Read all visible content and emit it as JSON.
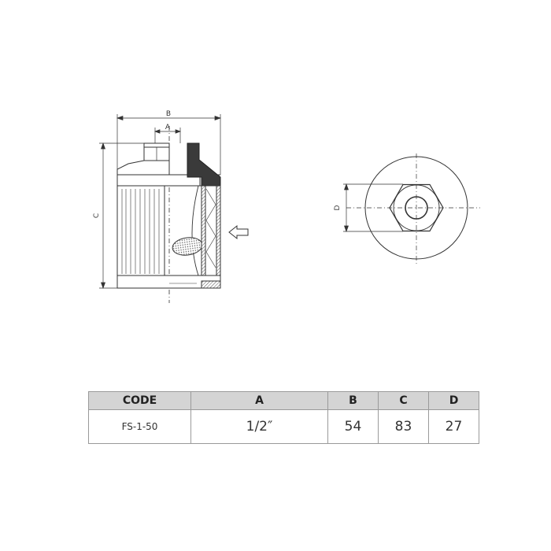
{
  "drawing": {
    "dim_labels": {
      "a": "A",
      "b": "B",
      "c": "C",
      "d": "D"
    }
  },
  "table": {
    "headers": {
      "code": "CODE",
      "a": "A",
      "b": "B",
      "c": "C",
      "d": "D"
    },
    "rows": [
      {
        "code": "FS-1-50",
        "a": "1/2″",
        "b": "54",
        "c": "83",
        "d": "27"
      }
    ]
  },
  "colors": {
    "header_bg": "#d4d4d4",
    "line": "#333333",
    "border": "#9a9a9a"
  }
}
